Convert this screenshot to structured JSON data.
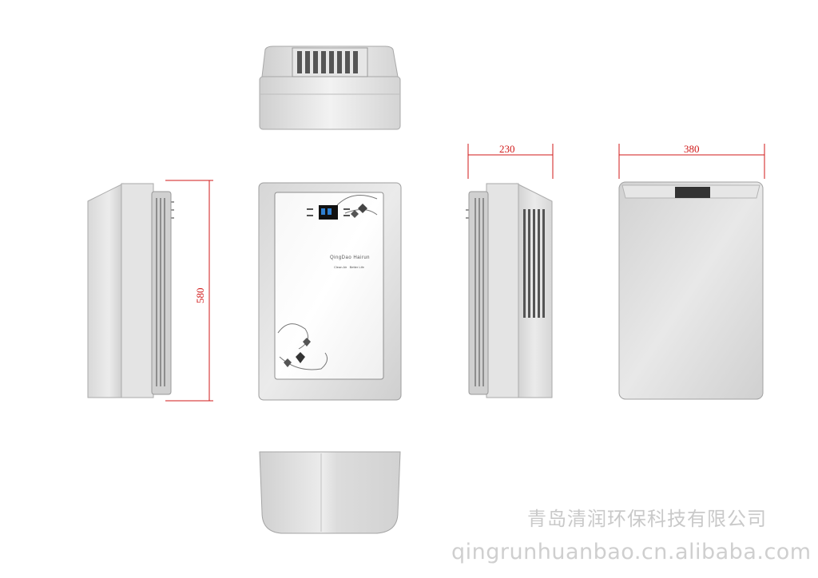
{
  "dimensions": {
    "height_label": "580",
    "side_width_label": "230",
    "back_width_label": "380"
  },
  "product": {
    "brand_line": "QingDao Hairun",
    "sub_line": "Clean Air   Better Life"
  },
  "watermark": {
    "company_name": "青岛清润环保科技有限公司",
    "url": "qingrunhuanbao.cn.alibaba.com"
  },
  "colors": {
    "dimension_line": "#d01818",
    "body": "#e2e2e2",
    "frame": "#dadada"
  }
}
